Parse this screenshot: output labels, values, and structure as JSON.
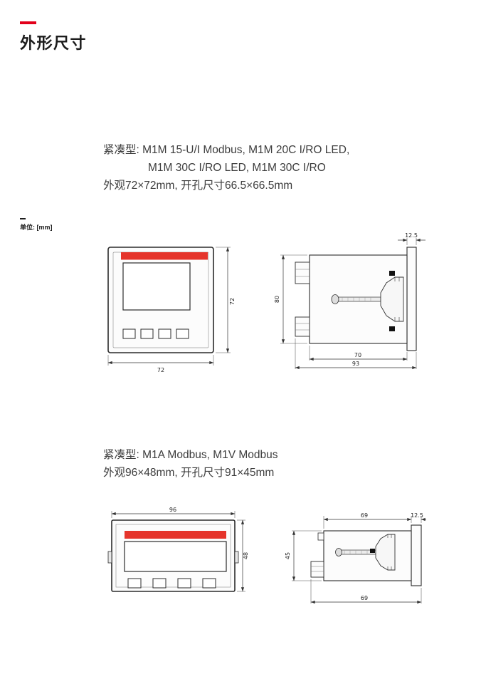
{
  "page": {
    "title": "外形尺寸",
    "unit_label": "单位: [mm]"
  },
  "colors": {
    "accent": "#e2001a",
    "meter_bar": "#e5342b"
  },
  "section1": {
    "desc_line1": "紧凑型: M1M 15-U/I Modbus, M1M 20C I/RO LED,",
    "desc_line2": "M1M 30C I/RO LED, M1M 30C I/RO",
    "desc_line3": "外观72×72mm, 开孔尺寸66.5×66.5mm"
  },
  "section2": {
    "desc_line1": "紧凑型: M1A Modbus, M1V Modbus",
    "desc_line2": "外观96×48mm, 开孔尺寸91×45mm"
  },
  "drawing1": {
    "front": {
      "width": "72",
      "height": "72"
    },
    "side": {
      "flange_depth": "12.5",
      "body_height": "80",
      "body_depth": "70",
      "total_depth": "93"
    }
  },
  "drawing2": {
    "front": {
      "width": "96",
      "height": "48"
    },
    "side": {
      "flange_depth": "12.5",
      "body_depth": "69",
      "body_height": "45",
      "total_depth": "69"
    }
  }
}
